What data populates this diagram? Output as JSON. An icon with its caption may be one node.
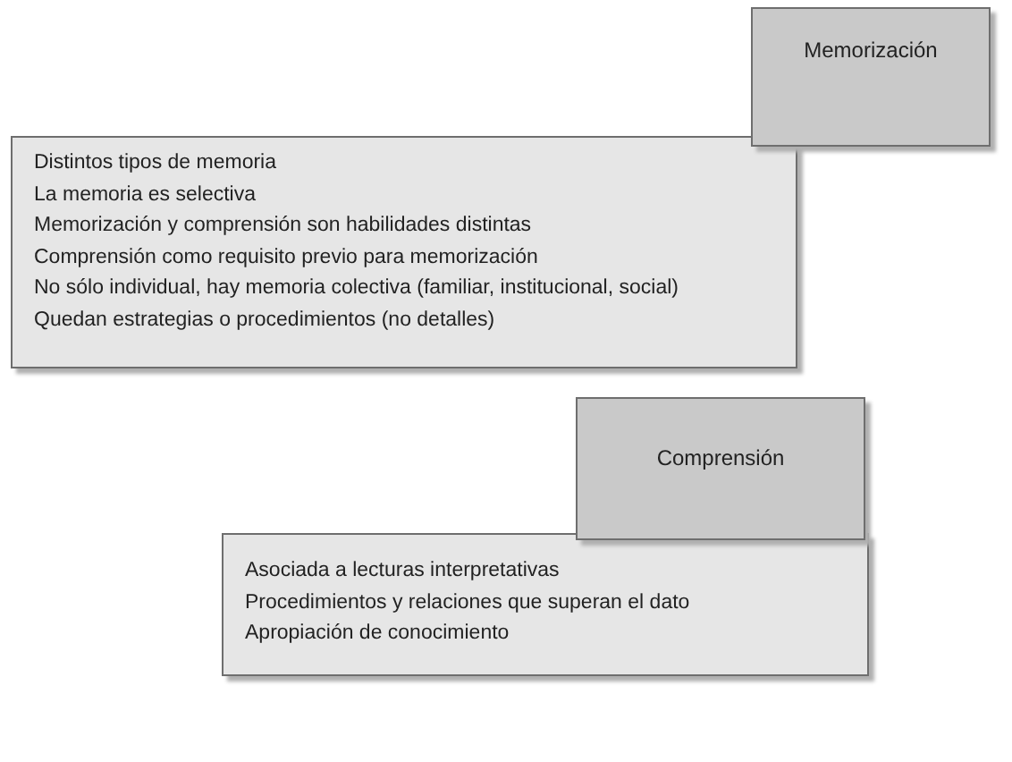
{
  "diagram": {
    "nodes": [
      {
        "text": [
          "Memorización"
        ]
      },
      {
        "text": [
          "Distintos tipos de memoria",
          "La memoria es selectiva",
          "Memorización y comprensión son habilidades distintas",
          "Comprensión como requisito previo para memorización",
          "No sólo individual, hay memoria colectiva (familiar, institucional, social)",
          "Quedan estrategias o procedimientos (no detalles)"
        ]
      },
      {
        "text": [
          "Comprensión"
        ]
      },
      {
        "text": [
          "Asociada a lecturas interpretativas",
          "Procedimientos y relaciones que superan el dato",
          "Apropiación de conocimiento"
        ]
      }
    ]
  }
}
